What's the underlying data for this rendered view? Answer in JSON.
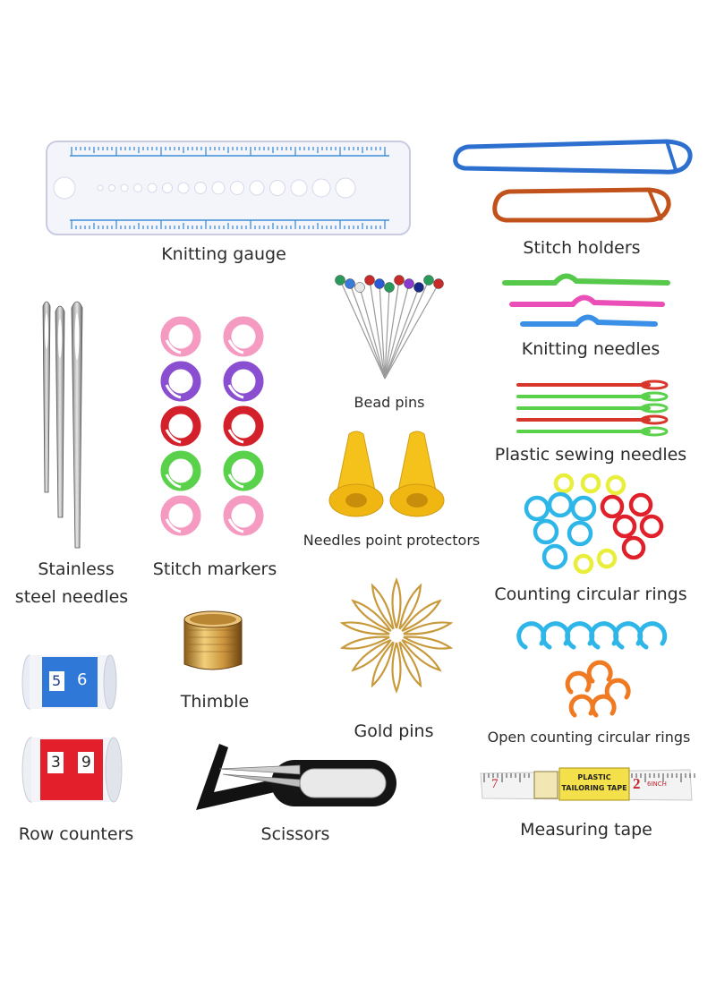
{
  "labels": {
    "knitting_gauge": "Knitting gauge",
    "stitch_holders": "Stitch holders",
    "knitting_needles": "Knitting needles",
    "bead_pins": "Bead pins",
    "plastic_sewing_needles": "Plastic sewing needles",
    "stainless_line1": "Stainless",
    "stainless_line2": "steel needles",
    "stitch_markers": "Stitch markers",
    "needle_protectors": "Needles point protectors",
    "counting_rings": "Counting circular rings",
    "thimble": "Thimble",
    "gold_pins": "Gold pins",
    "open_rings": "Open counting circular rings",
    "row_counters": "Row counters",
    "scissors": "Scissors",
    "measuring_tape": "Measuring tape"
  },
  "counter_blue": {
    "left_digit": "5",
    "right_digit": "6"
  },
  "counter_red": {
    "left_digit": "3",
    "right_digit": "9"
  },
  "tape": {
    "brand_line1": "PLASTIC",
    "brand_line2": "TAILORING TAPE",
    "num_left": "7",
    "num_right": "2",
    "unit": "6INCH"
  },
  "colors": {
    "gauge_blue": "#3f8fd8",
    "marker_pink": "#f59ac0",
    "marker_purple": "#8a4fd0",
    "marker_red": "#d4202a",
    "marker_green": "#5ad14a",
    "ring_cyan": "#2fb6e8",
    "ring_red": "#e0202a",
    "ring_yellow": "#e8ee3a",
    "ring_orange": "#f07a22",
    "protector_yellow": "#f5c21c",
    "gold": "#c89a3c"
  }
}
